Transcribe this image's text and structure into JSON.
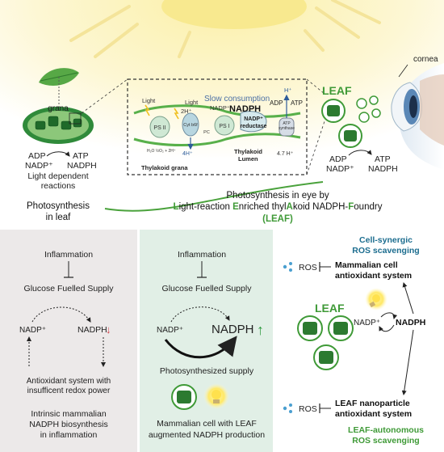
{
  "top": {
    "leaf": {
      "grana": "grana",
      "adp": "ADP",
      "nadp_plus": "NADP⁺",
      "atp": "ATP",
      "nadph": "NADPH",
      "light_dependent_1": "Light dependent",
      "light_dependent_2": "reactions",
      "caption_1": "Photosynthesis",
      "caption_2": "in leaf"
    },
    "thylakoid": {
      "slow_consumption": "Slow consumption",
      "light_left": "Light",
      "light_mid": "Light",
      "h2_plus": "2H⁺",
      "nadp_plus": "NADP⁺",
      "nadph": "NADPH",
      "ps2": "PS II",
      "ps1": "PS I",
      "cytb6f": "Cyt b6f",
      "pc": "PC",
      "nadp_reductase_1": "NADP⁺",
      "nadp_reductase_2": "reductase",
      "atp_synthase_1": "ATP",
      "atp_synthase_2": "synthase",
      "adp": "ADP",
      "atp": "ATP",
      "h_plus_top": "H⁺",
      "water": "H₂O ½O₂ + 2H⁺",
      "h4_plus": "4H⁺",
      "h47_plus": "4.7 H⁺",
      "thylakoid_grana": "Thylakoid grana",
      "thylakoid_lumen_1": "Thylakoid",
      "thylakoid_lumen_2": "Lumen"
    },
    "eye": {
      "leaf_label": "LEAF",
      "cornea": "cornea",
      "adp": "ADP",
      "nadp_plus": "NADP⁺",
      "atp": "ATP",
      "nadph": "NADPH"
    },
    "eye_caption": {
      "line1": "Photosynthesis in eye by",
      "line2_parts": [
        "L",
        "ight-reaction ",
        "E",
        "nriched thyl",
        "A",
        "koid NADPH-",
        "F",
        "oundry"
      ],
      "line3": "(LEAF)"
    }
  },
  "bottom": {
    "left_panel": {
      "inflammation": "Inflammation",
      "supply": "Glucose Fuelled Supply",
      "nadp_plus": "NADP⁺",
      "nadph": "NADPH",
      "down_arrow": "↓",
      "antioxidant_1": "Antioxidant system with",
      "antioxidant_2": "insufficent redox power",
      "caption_1": "Intrinsic mammalian",
      "caption_2": "NADPH biosynthesis",
      "caption_3": "in inflammation"
    },
    "mid_panel": {
      "inflammation": "Inflammation",
      "supply": "Glucose Fuelled Supply",
      "nadp_plus": "NADP⁺",
      "nadph": "NADPH",
      "up_arrow": "↑",
      "photosynth_supply": "Photosynthesized supply",
      "caption_1": "Mammalian cell with LEAF",
      "caption_2": "augmented NADPH production"
    },
    "right_panel": {
      "cell_synergic_1": "Cell-synergic",
      "cell_synergic_2": "ROS scavenging",
      "ros_top": "ROS",
      "mammalian_1": "Mammalian cell",
      "mammalian_2": "antioxidant system",
      "leaf_label": "LEAF",
      "nadp_plus": "NADP⁺",
      "nadph": "NADPH",
      "ros_bottom": "ROS",
      "leaf_np_1": "LEAF nanoparticle",
      "leaf_np_2": "antioxidant system",
      "leaf_auto_1": "LEAF-autonomous",
      "leaf_auto_2": "ROS scavenging"
    }
  },
  "colors": {
    "leaf_green": "#3f9a37",
    "dark_green": "#1d6b2a",
    "teal_blue": "#1c6d8f",
    "red_arrow": "#d2414b",
    "sun_yellow": "#f6e68a",
    "panel_gray": "#ece9e9",
    "panel_green": "#e1efe6"
  }
}
